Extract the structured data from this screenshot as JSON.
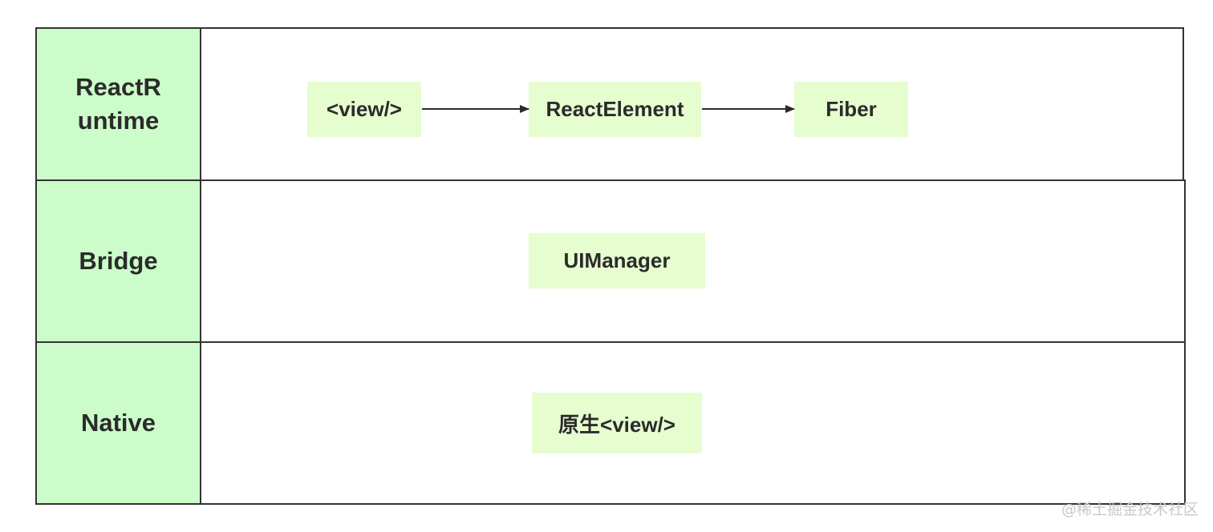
{
  "layers": [
    {
      "id": "runtime",
      "label": "ReactRuntime"
    },
    {
      "id": "bridge",
      "label": "Bridge"
    },
    {
      "id": "native",
      "label": "Native"
    }
  ],
  "nodes": {
    "view": "<view/>",
    "react_element": "ReactElement",
    "fiber": "Fiber",
    "ui_manager": "UIManager",
    "native_view": "原生<view/>"
  },
  "edges": [
    {
      "from": "view",
      "to": "react_element"
    },
    {
      "from": "react_element",
      "to": "fiber"
    }
  ],
  "watermark": "@稀土掘金技术社区",
  "colors": {
    "layer_fill": "#ccfcc9",
    "node_fill": "#e6fdcf",
    "border": "#333333",
    "text": "#2b2b2b"
  }
}
